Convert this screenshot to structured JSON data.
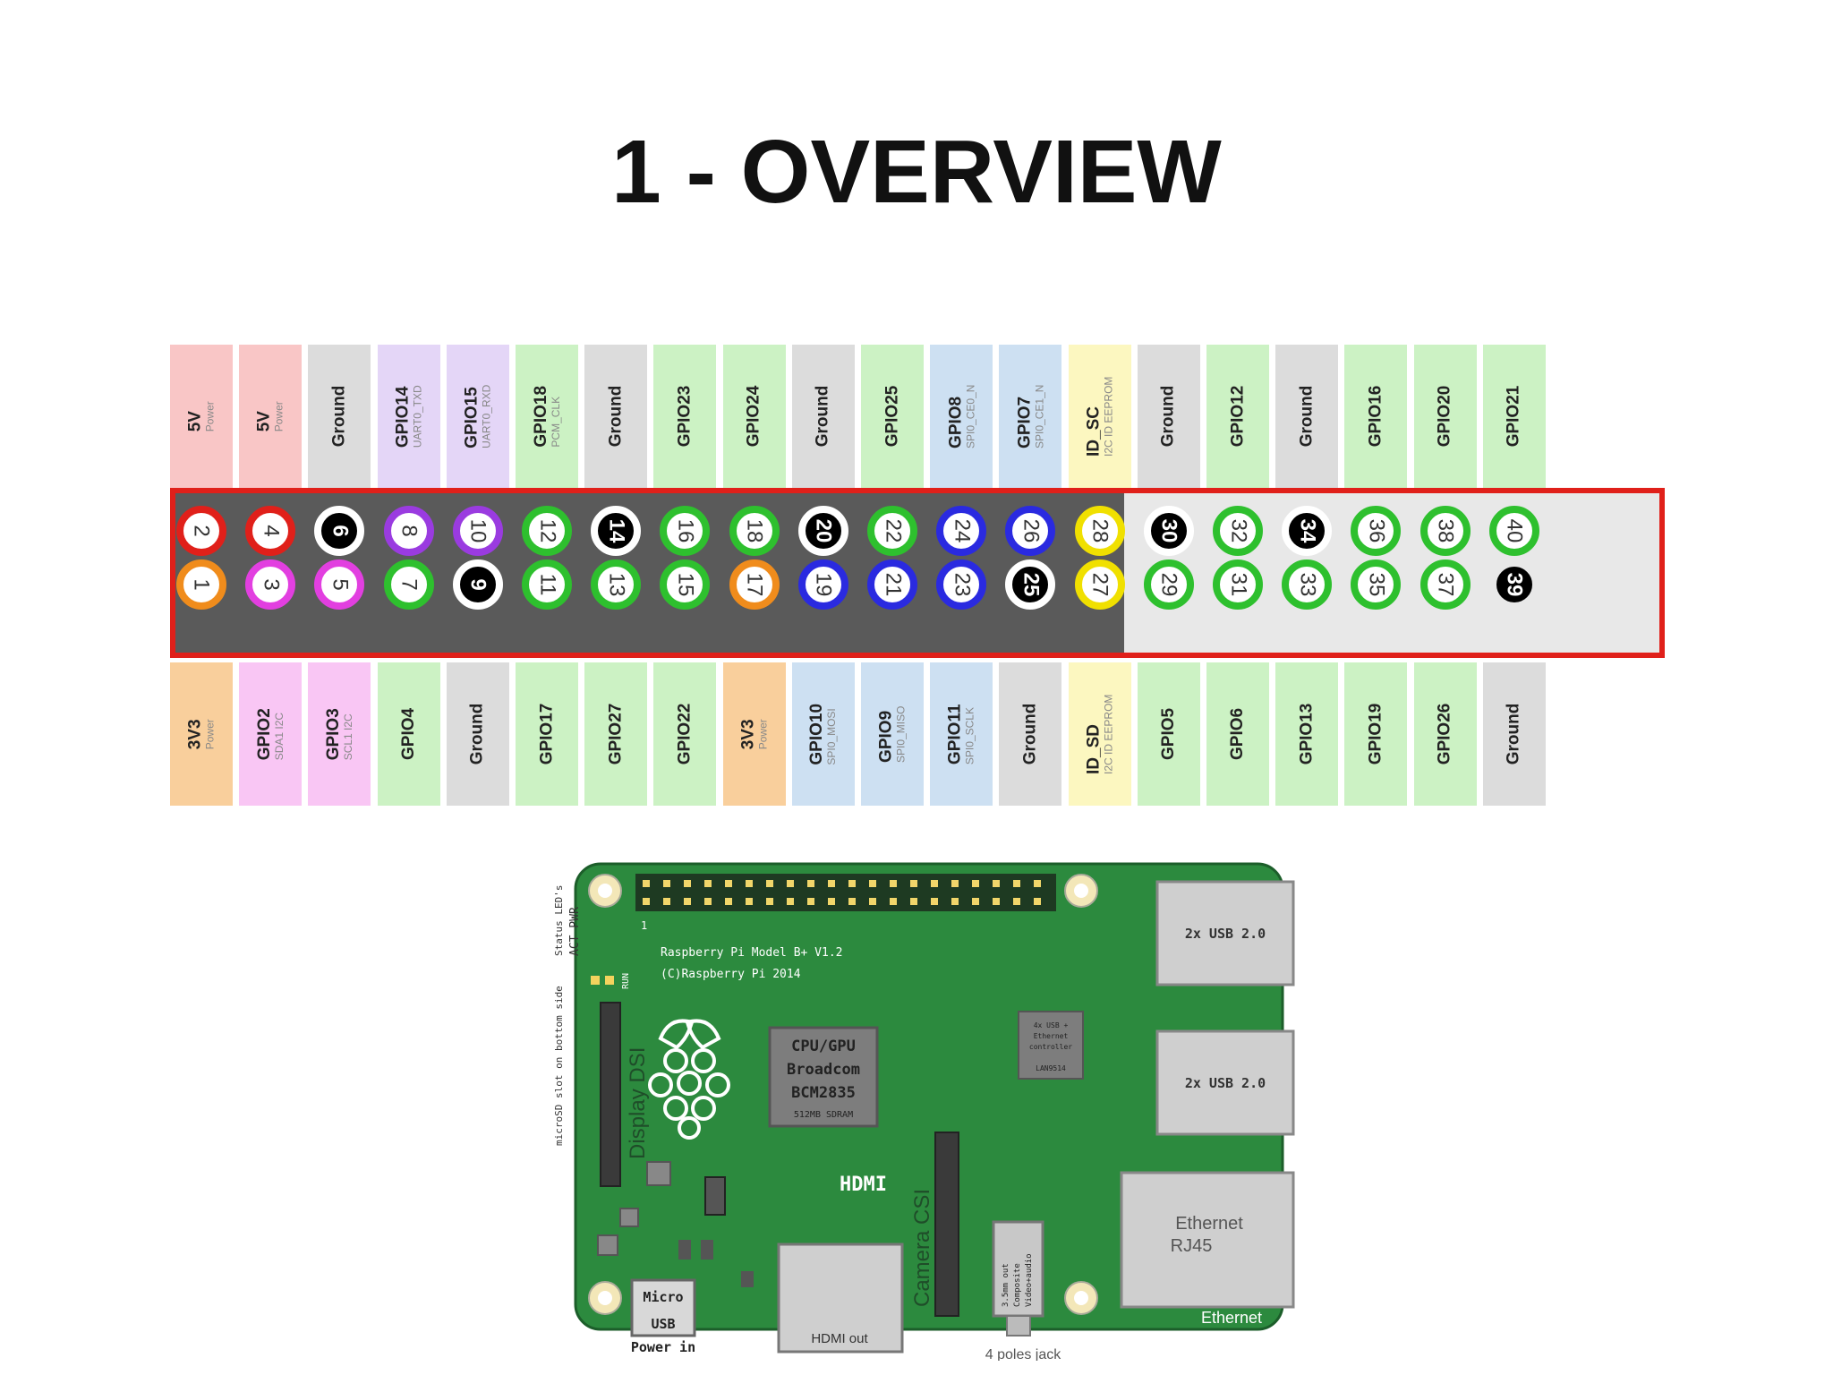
{
  "title": "1 - OVERVIEW",
  "colors": {
    "red": "#e0201a",
    "orange": "#f08c1c",
    "magenta": "#e23fe0",
    "purple": "#9a3be0",
    "green": "#2ec02e",
    "blue": "#2a2ae0",
    "yellow": "#f0e000",
    "black": "#000000",
    "bg_power5v": "#f9c6c6",
    "bg_power3v3": "#f9cf9c",
    "bg_i2c": "#f9c6f4",
    "bg_uart": "#e4d6f7",
    "bg_gpio": "#ccf2c4",
    "bg_ground": "#dcdcdc",
    "bg_spi": "#cde0f2",
    "bg_idsc": "#fcf7c0",
    "pcb": "#2c8a3e"
  },
  "top_labels": [
    {
      "name": "5V",
      "sub": "Power",
      "bg": "#f9c6c6"
    },
    {
      "name": "5V",
      "sub": "Power",
      "bg": "#f9c6c6"
    },
    {
      "name": "Ground",
      "sub": "",
      "bg": "#dcdcdc"
    },
    {
      "name": "GPIO14",
      "sub": "UART0_TXD",
      "bg": "#e4d6f7"
    },
    {
      "name": "GPIO15",
      "sub": "UART0_RXD",
      "bg": "#e4d6f7"
    },
    {
      "name": "GPIO18",
      "sub": "PCM_CLK",
      "bg": "#ccf2c4"
    },
    {
      "name": "Ground",
      "sub": "",
      "bg": "#dcdcdc"
    },
    {
      "name": "GPIO23",
      "sub": "",
      "bg": "#ccf2c4"
    },
    {
      "name": "GPIO24",
      "sub": "",
      "bg": "#ccf2c4"
    },
    {
      "name": "Ground",
      "sub": "",
      "bg": "#dcdcdc"
    },
    {
      "name": "GPIO25",
      "sub": "",
      "bg": "#ccf2c4"
    },
    {
      "name": "GPIO8",
      "sub": "SPI0_CE0_N",
      "bg": "#cde0f2"
    },
    {
      "name": "GPIO7",
      "sub": "SPI0_CE1_N",
      "bg": "#cde0f2"
    },
    {
      "name": "ID_SC",
      "sub": "I2C ID EEPROM",
      "bg": "#fcf7c0"
    },
    {
      "name": "Ground",
      "sub": "",
      "bg": "#dcdcdc"
    },
    {
      "name": "GPIO12",
      "sub": "",
      "bg": "#ccf2c4"
    },
    {
      "name": "Ground",
      "sub": "",
      "bg": "#dcdcdc"
    },
    {
      "name": "GPIO16",
      "sub": "",
      "bg": "#ccf2c4"
    },
    {
      "name": "GPIO20",
      "sub": "",
      "bg": "#ccf2c4"
    },
    {
      "name": "GPIO21",
      "sub": "",
      "bg": "#ccf2c4"
    }
  ],
  "bottom_labels": [
    {
      "name": "3V3",
      "sub": "Power",
      "bg": "#f9cf9c"
    },
    {
      "name": "GPIO2",
      "sub": "SDA1 I2C",
      "bg": "#f9c6f4"
    },
    {
      "name": "GPIO3",
      "sub": "SCL1 I2C",
      "bg": "#f9c6f4"
    },
    {
      "name": "GPIO4",
      "sub": "",
      "bg": "#ccf2c4"
    },
    {
      "name": "Ground",
      "sub": "",
      "bg": "#dcdcdc"
    },
    {
      "name": "GPIO17",
      "sub": "",
      "bg": "#ccf2c4"
    },
    {
      "name": "GPIO27",
      "sub": "",
      "bg": "#ccf2c4"
    },
    {
      "name": "GPIO22",
      "sub": "",
      "bg": "#ccf2c4"
    },
    {
      "name": "3V3",
      "sub": "Power",
      "bg": "#f9cf9c"
    },
    {
      "name": "GPIO10",
      "sub": "SPI0_MOSI",
      "bg": "#cde0f2"
    },
    {
      "name": "GPIO9",
      "sub": "SPI0_MISO",
      "bg": "#cde0f2"
    },
    {
      "name": "GPIO11",
      "sub": "SPI0_SCLK",
      "bg": "#cde0f2"
    },
    {
      "name": "Ground",
      "sub": "",
      "bg": "#dcdcdc"
    },
    {
      "name": "ID_SD",
      "sub": "I2C ID EEPROM",
      "bg": "#fcf7c0"
    },
    {
      "name": "GPIO5",
      "sub": "",
      "bg": "#ccf2c4"
    },
    {
      "name": "GPIO6",
      "sub": "",
      "bg": "#ccf2c4"
    },
    {
      "name": "GPIO13",
      "sub": "",
      "bg": "#ccf2c4"
    },
    {
      "name": "GPIO19",
      "sub": "",
      "bg": "#ccf2c4"
    },
    {
      "name": "GPIO26",
      "sub": "",
      "bg": "#ccf2c4"
    },
    {
      "name": "Ground",
      "sub": "",
      "bg": "#dcdcdc"
    }
  ],
  "top_pins": [
    {
      "num": "2",
      "ring": "#e0201a",
      "fill": "#ffffff"
    },
    {
      "num": "4",
      "ring": "#e0201a",
      "fill": "#ffffff"
    },
    {
      "num": "6",
      "ring": "#ffffff",
      "fill": "#000000"
    },
    {
      "num": "8",
      "ring": "#9a3be0",
      "fill": "#ffffff"
    },
    {
      "num": "10",
      "ring": "#9a3be0",
      "fill": "#ffffff"
    },
    {
      "num": "12",
      "ring": "#2ec02e",
      "fill": "#ffffff"
    },
    {
      "num": "14",
      "ring": "#ffffff",
      "fill": "#000000"
    },
    {
      "num": "16",
      "ring": "#2ec02e",
      "fill": "#ffffff"
    },
    {
      "num": "18",
      "ring": "#2ec02e",
      "fill": "#ffffff"
    },
    {
      "num": "20",
      "ring": "#ffffff",
      "fill": "#000000"
    },
    {
      "num": "22",
      "ring": "#2ec02e",
      "fill": "#ffffff"
    },
    {
      "num": "24",
      "ring": "#2a2ae0",
      "fill": "#ffffff"
    },
    {
      "num": "26",
      "ring": "#2a2ae0",
      "fill": "#ffffff"
    },
    {
      "num": "28",
      "ring": "#f0e000",
      "fill": "#ffffff"
    },
    {
      "num": "30",
      "ring": "#ffffff",
      "fill": "#000000"
    },
    {
      "num": "32",
      "ring": "#2ec02e",
      "fill": "#ffffff"
    },
    {
      "num": "34",
      "ring": "#ffffff",
      "fill": "#000000"
    },
    {
      "num": "36",
      "ring": "#2ec02e",
      "fill": "#ffffff"
    },
    {
      "num": "38",
      "ring": "#2ec02e",
      "fill": "#ffffff"
    },
    {
      "num": "40",
      "ring": "#2ec02e",
      "fill": "#ffffff"
    }
  ],
  "bottom_pins": [
    {
      "num": "1",
      "ring": "#f08c1c",
      "fill": "#ffffff"
    },
    {
      "num": "3",
      "ring": "#e23fe0",
      "fill": "#ffffff"
    },
    {
      "num": "5",
      "ring": "#e23fe0",
      "fill": "#ffffff"
    },
    {
      "num": "7",
      "ring": "#2ec02e",
      "fill": "#ffffff"
    },
    {
      "num": "9",
      "ring": "#ffffff",
      "fill": "#000000"
    },
    {
      "num": "11",
      "ring": "#2ec02e",
      "fill": "#ffffff"
    },
    {
      "num": "13",
      "ring": "#2ec02e",
      "fill": "#ffffff"
    },
    {
      "num": "15",
      "ring": "#2ec02e",
      "fill": "#ffffff"
    },
    {
      "num": "17",
      "ring": "#f08c1c",
      "fill": "#ffffff"
    },
    {
      "num": "19",
      "ring": "#2a2ae0",
      "fill": "#ffffff"
    },
    {
      "num": "21",
      "ring": "#2a2ae0",
      "fill": "#ffffff"
    },
    {
      "num": "23",
      "ring": "#2a2ae0",
      "fill": "#ffffff"
    },
    {
      "num": "25",
      "ring": "#ffffff",
      "fill": "#000000"
    },
    {
      "num": "27",
      "ring": "#f0e000",
      "fill": "#ffffff"
    },
    {
      "num": "29",
      "ring": "#2ec02e",
      "fill": "#ffffff"
    },
    {
      "num": "31",
      "ring": "#2ec02e",
      "fill": "#ffffff"
    },
    {
      "num": "33",
      "ring": "#2ec02e",
      "fill": "#ffffff"
    },
    {
      "num": "35",
      "ring": "#2ec02e",
      "fill": "#ffffff"
    },
    {
      "num": "37",
      "ring": "#2ec02e",
      "fill": "#ffffff"
    },
    {
      "num": "39",
      "ring": "#e8e8e8",
      "fill": "#000000"
    }
  ],
  "board": {
    "model": "Raspberry Pi Model B+ V1.2",
    "copyright": "(C)Raspberry Pi 2014",
    "status_leds": "Status LED's",
    "act_pwr": "ACT PWR",
    "run": "RUN",
    "display_dsi": "Display DSI",
    "microsd": "microSD slot on bottom side",
    "cpu_line1": "CPU/GPU",
    "cpu_line2": "Broadcom",
    "cpu_line3": "BCM2835",
    "cpu_line4": "512MB SDRAM",
    "usb_hub_line1": "4x USB +",
    "usb_hub_line2": "Ethernet",
    "usb_hub_line3": "controller",
    "usb_hub_line4": "LAN9514",
    "usb_a": "2x USB 2.0",
    "usb_b": "2x USB 2.0",
    "ethernet_line1": "Ethernet",
    "ethernet_line2": "RJ45",
    "ethernet_edge": "Ethernet",
    "hdmi": "HDMI",
    "hdmi_out": "HDMI out",
    "camera_csi": "Camera CSI",
    "av_line1": "3.5mm out",
    "av_line2": "Composite",
    "av_line3": "Video+audio",
    "poles_jack": "4 poles jack",
    "micro_usb_line1": "Micro",
    "micro_usb_line2": "USB",
    "power_in": "Power in",
    "pin1_marker": "1"
  }
}
